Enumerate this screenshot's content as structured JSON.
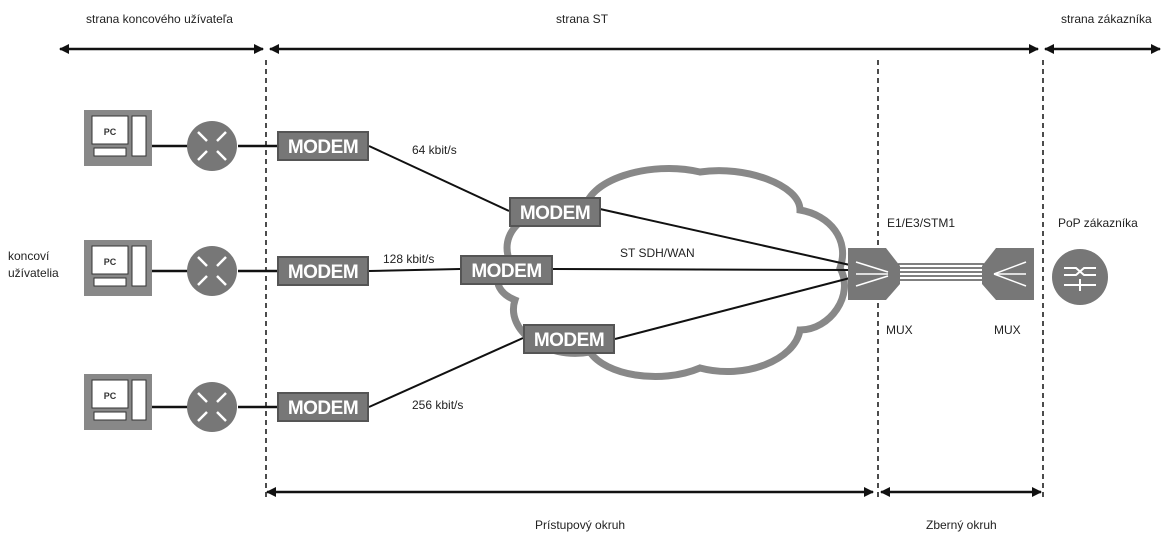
{
  "zones": {
    "end_user": "strana koncového užívateľa",
    "st": "strana ST",
    "customer": "strana zákazníka"
  },
  "bottom": {
    "access": "Prístupový okruh",
    "aggregation": "Zberný okruh"
  },
  "end_users_label_1": "koncoví",
  "end_users_label_2": "užívatelia",
  "modem_label": "MODEM",
  "speeds": {
    "s1": "64 kbit/s",
    "s2": "128 kbit/s",
    "s3": "256 kbit/s"
  },
  "cloud_label": "ST SDH/WAN",
  "link_label": "E1/E3/STM1",
  "mux_left": "MUX",
  "mux_right": "MUX",
  "pop_label": "PoP zákazníka",
  "pc_label": "PC",
  "colors": {
    "device": "#777777",
    "line": "#111111",
    "cloud": "#8a8a8a"
  },
  "icons": [
    "pc-icon",
    "router-icon",
    "mux-icon",
    "pop-router-icon"
  ]
}
